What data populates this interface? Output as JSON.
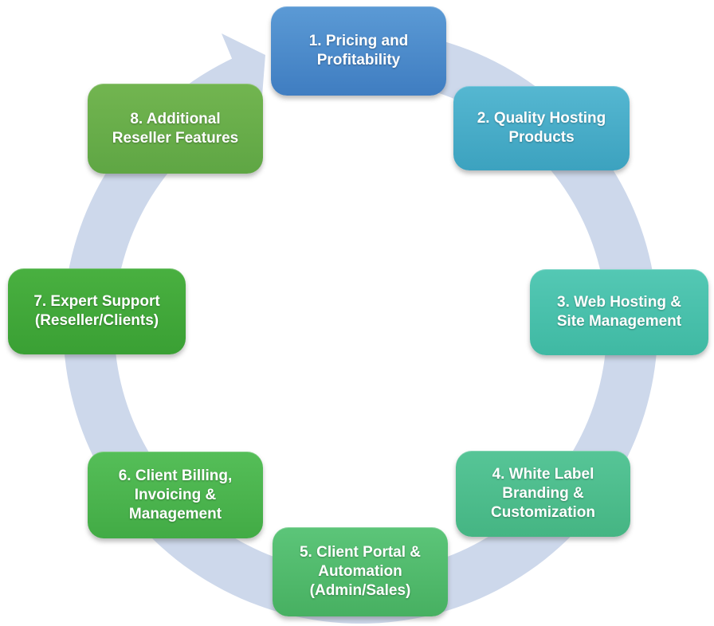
{
  "diagram": {
    "type": "cycle",
    "direction": "clockwise",
    "background_color": "#FFFFFF",
    "ring": {
      "color": "#CDD8EB",
      "shape": "circular-arrow"
    },
    "text_color": "#FFFFFF",
    "steps": [
      {
        "label": "1. Pricing and\nProfitability",
        "color_top": "#5B9AD5",
        "color_bottom": "#3F7DC1"
      },
      {
        "label": "2. Quality Hosting\nProducts",
        "color_top": "#55B7D1",
        "color_bottom": "#3CA2BF"
      },
      {
        "label": "3. Web Hosting &\nSite Management",
        "color_top": "#54C8B4",
        "color_bottom": "#3FB9A3"
      },
      {
        "label": "4. White Label\nBranding &\nCustomization",
        "color_top": "#56C597",
        "color_bottom": "#45B583"
      },
      {
        "label": "5. Client Portal &\nAutomation\n(Admin/Sales)",
        "color_top": "#5CC579",
        "color_bottom": "#47B061"
      },
      {
        "label": "6. Client Billing,\nInvoicing &\nManagement",
        "color_top": "#55BE58",
        "color_bottom": "#42AB45"
      },
      {
        "label": "7. Expert Support\n(Reseller/Clients)",
        "color_top": "#49B040",
        "color_bottom": "#3AA034"
      },
      {
        "label": "8. Additional\nReseller Features",
        "color_top": "#72B550",
        "color_bottom": "#5FA644"
      }
    ]
  }
}
